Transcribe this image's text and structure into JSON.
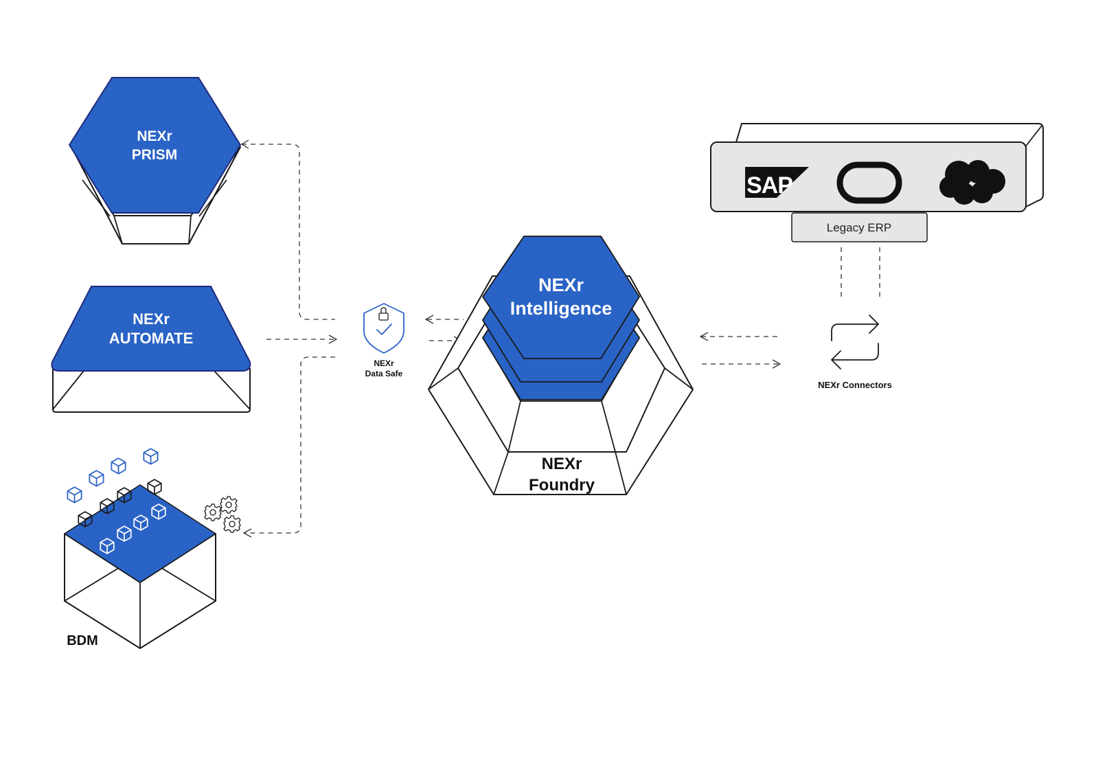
{
  "colors": {
    "accent_blue": "#2a63c6",
    "outline": "#1a1a1a",
    "erp_panel": "#e6e6e6"
  },
  "nodes": {
    "prism": {
      "line1": "NEXr",
      "line2": "PRISM"
    },
    "automate": {
      "line1": "NEXr",
      "line2": "AUTOMATE"
    },
    "bdm": {
      "label": "BDM"
    },
    "data_safe": {
      "line1": "NEXr",
      "line2": "Data Safe",
      "icon": "shield-lock-check-icon"
    },
    "intelligence": {
      "line1": "NEXr",
      "line2": "Intelligence"
    },
    "foundry": {
      "line1": "NEXr",
      "line2": "Foundry"
    },
    "connectors": {
      "label": "NEXr Connectors",
      "icon": "sync-arrows-icon"
    },
    "legacy_erp": {
      "label": "Legacy ERP",
      "logos": [
        {
          "name": "sap-logo",
          "text": "SAP"
        },
        {
          "name": "oracle-logo"
        },
        {
          "name": "salesforce-logo"
        }
      ]
    }
  }
}
